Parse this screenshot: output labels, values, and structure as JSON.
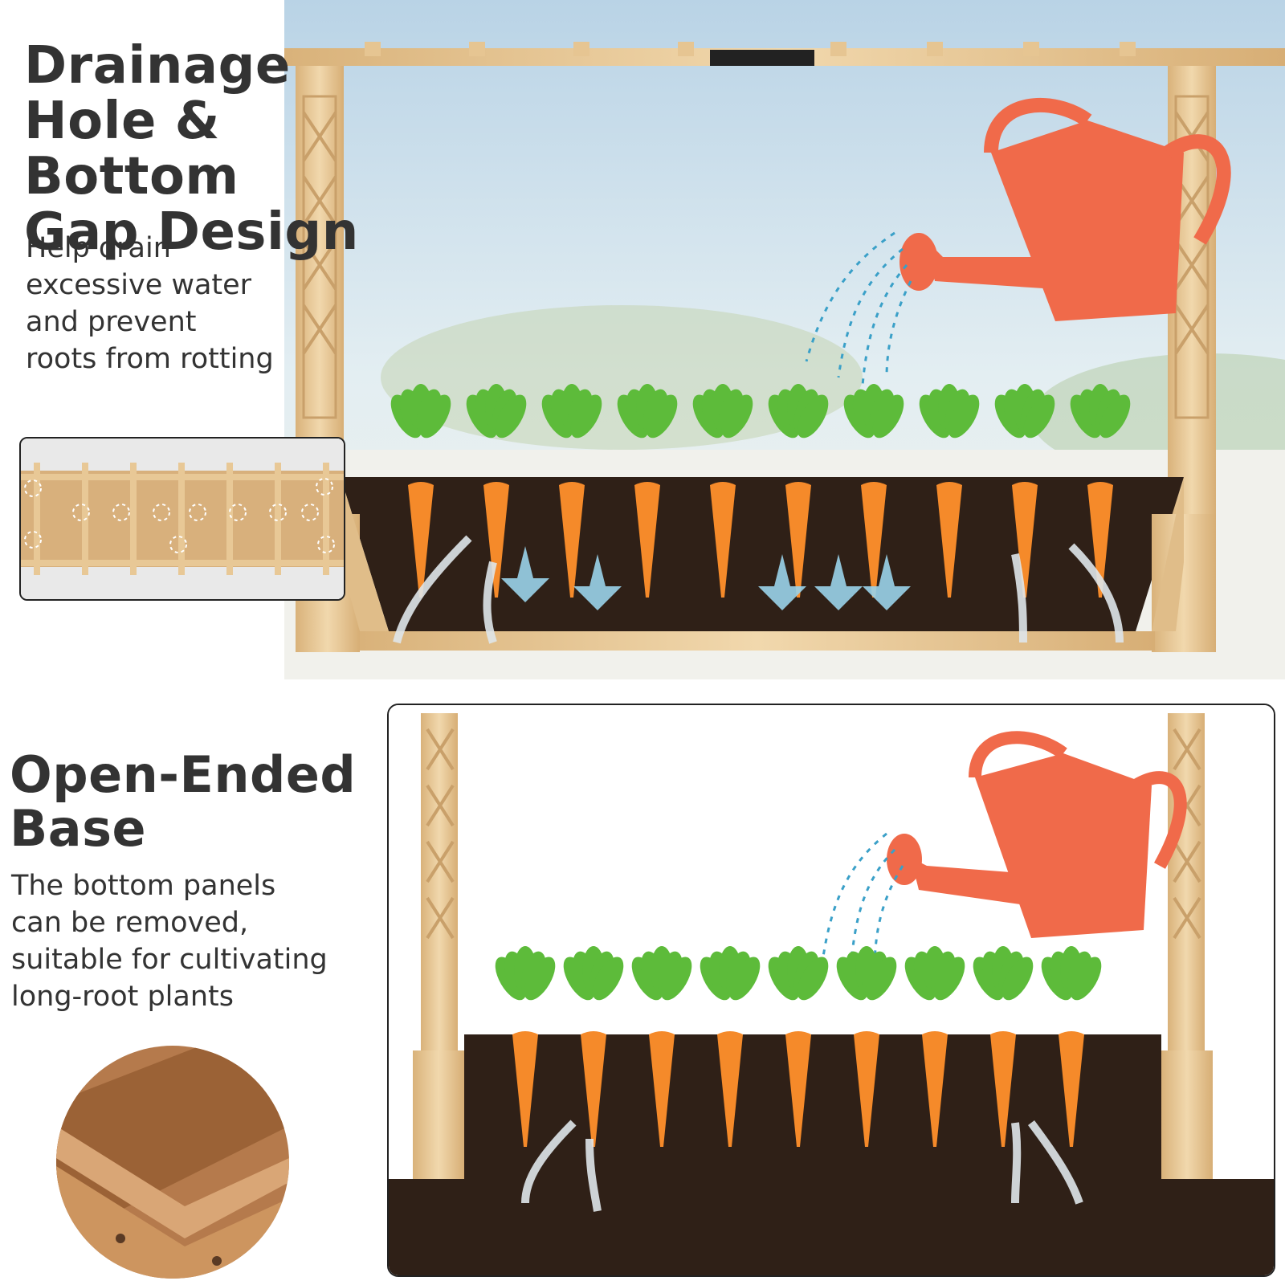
{
  "top_section": {
    "title_lines": [
      "Drainage",
      "Hole & Bottom",
      "Gap Design"
    ],
    "description_lines": [
      "Help drain",
      "excessive water",
      "and prevent",
      "roots from rotting"
    ]
  },
  "bottom_section": {
    "title_lines": [
      "Open-Ended",
      "Base"
    ],
    "description_lines": [
      "The bottom panels",
      "can be removed,",
      "suitable for cultivating",
      "long-root plants"
    ]
  },
  "colors": {
    "text": "#333333",
    "soil": "#2f2017",
    "wood": "#e8c896",
    "carrot": "#f58a2a",
    "leaf": "#5dbb3a",
    "watering_can": "#f06a4a",
    "water": "#3aa0c8",
    "sky": "#cfe3ee"
  }
}
